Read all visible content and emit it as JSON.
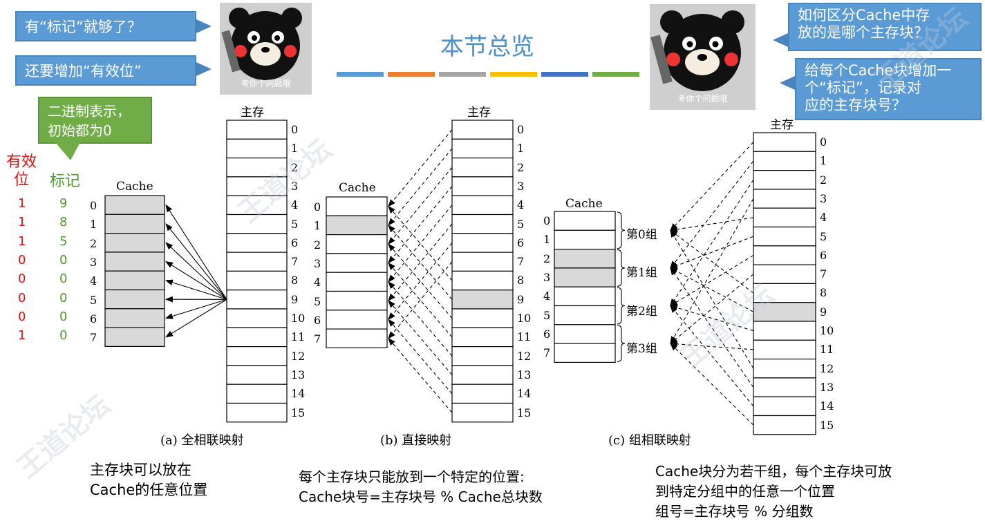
{
  "title": "本节总览",
  "color_bars": [
    "#5b9bd5",
    "#ed7d31",
    "#a5a5a5",
    "#ffc000",
    "#4472c4",
    "#70ad47"
  ],
  "left_callouts": {
    "q1": "有“标记”就够了？",
    "q2": "还要增加“有效位”"
  },
  "right_callouts": {
    "q1_line1": "如何区分Cache中存",
    "q1_line2": "放的是哪个主存块？",
    "a1_line1": "给每个Cache块增加一",
    "a1_line2": "个“标记”，记录对",
    "a1_line3": "应的主存块号？"
  },
  "bear_caption": "考你个问题哦",
  "green_note": {
    "line1": "二进制表示，",
    "line2": "初始都为0"
  },
  "column_headers": {
    "valid_line1": "有效",
    "valid_line2": "位",
    "tag": "标记"
  },
  "valid_bits": [
    "1",
    "1",
    "1",
    "0",
    "0",
    "0",
    "0",
    "1"
  ],
  "tags": [
    "9",
    "8",
    "5",
    "0",
    "0",
    "0",
    "0",
    "0"
  ],
  "cache_label": "Cache",
  "memory_label": "主存",
  "group_labels": [
    "第0组",
    "第1组",
    "第2组",
    "第3组"
  ],
  "captions": {
    "a": "(a) 全相联映射",
    "b": "(b) 直接映射",
    "c": "(c) 组相联映射"
  },
  "desc_a": {
    "line1": "主存块可以放在",
    "line2": "Cache的任意位置"
  },
  "desc_b": {
    "line1": "每个主存块只能放到一个特定的位置:",
    "line2": "Cache块号=主存块号 % Cache总块数"
  },
  "desc_c": {
    "line1": "Cache块分为若干组，每个主存块可放",
    "line2": "到特定分组中的任意一个位置",
    "line3": "组号=主存块号 % 分组数"
  },
  "cache_a_filled": [
    true,
    true,
    true,
    true,
    true,
    true,
    true,
    true
  ],
  "cache_b_filled": [
    false,
    true,
    false,
    false,
    false,
    false,
    false,
    false
  ],
  "cache_c_filled": [
    false,
    false,
    true,
    true,
    false,
    false,
    false,
    false
  ],
  "memory_highlight": {
    "a": -1,
    "b": 9,
    "c": 9
  },
  "watermark": "王道论坛"
}
